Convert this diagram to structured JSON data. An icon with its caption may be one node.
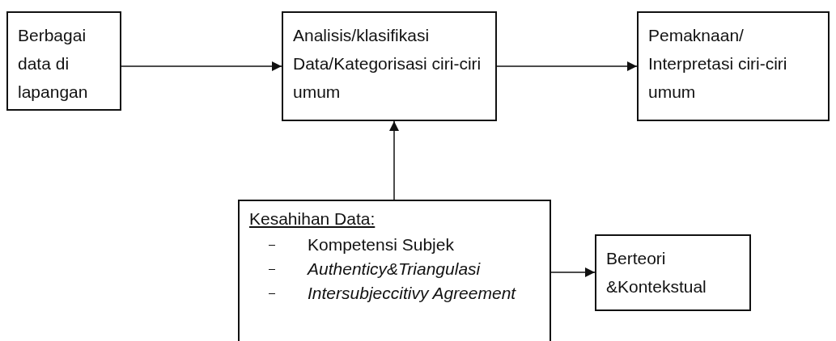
{
  "diagram": {
    "nodes": [
      {
        "text": [
          "Berbagai data di lapangan"
        ]
      },
      {
        "text": [
          "Analisis/klasifikasi Data/Kategorisasi ciri-ciri umum"
        ]
      },
      {
        "text": [
          "Pemaknaan/ Interpretasi ciri-ciri umum"
        ]
      },
      {
        "text": [
          "Kesahihan Data:",
          "Kompetensi Subjek",
          "Authenticy&Triangulasi",
          "Intersubjeccitivy Agreement"
        ]
      },
      {
        "text": [
          "Berteori &Kontekstual"
        ]
      }
    ],
    "edges": [
      {
        "from": 0,
        "to": 1,
        "arrow": "to"
      },
      {
        "from": 1,
        "to": 2,
        "arrow": "to"
      },
      {
        "from": 3,
        "to": 1,
        "arrow": "to"
      },
      {
        "from": 3,
        "to": 4,
        "arrow": "to"
      }
    ]
  }
}
